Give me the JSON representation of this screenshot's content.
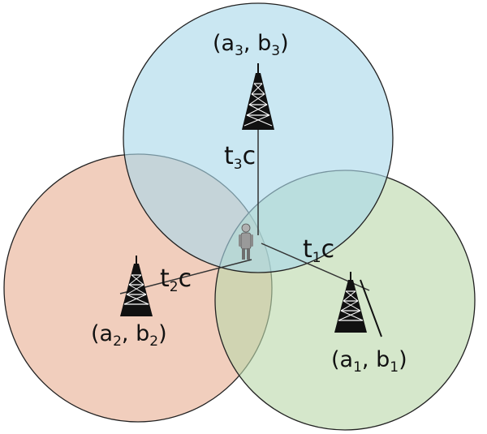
{
  "towers": [
    {
      "id": "3",
      "coord": {
        "open": "(a",
        "s1": "3",
        "mid": ", b",
        "s2": "3",
        "close": ")"
      },
      "color": "#a9d9ea"
    },
    {
      "id": "2",
      "coord": {
        "open": "(a",
        "s1": "2",
        "mid": ", b",
        "s2": "2",
        "close": ")"
      },
      "color": "#ebb9a1"
    },
    {
      "id": "1",
      "coord": {
        "open": "(a",
        "s1": "1",
        "mid": ", b",
        "s2": "1",
        "close": ")"
      },
      "color": "#bcd9ab"
    }
  ],
  "distances": [
    {
      "id": "3",
      "t": "t",
      "sub": "3",
      "c": "c"
    },
    {
      "id": "2",
      "t": "t",
      "sub": "2",
      "c": "c"
    },
    {
      "id": "1",
      "t": "t",
      "sub": "1",
      "c": "c"
    }
  ],
  "icons": {
    "tower": "radio-tower-icon",
    "person": "person-icon"
  }
}
